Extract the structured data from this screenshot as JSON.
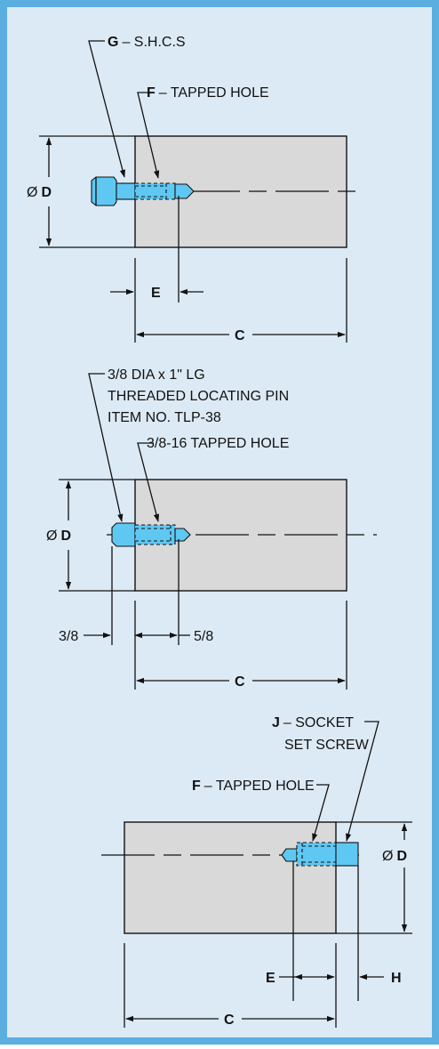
{
  "colors": {
    "background": "#dceaf5",
    "border": "#5aaee0",
    "block": "#d9d9d9",
    "part": "#5fc8f2"
  },
  "diagram1": {
    "g_letter": "G",
    "g_text": "– S.H.C.S",
    "f_letter": "F",
    "f_text": "– TAPPED HOLE",
    "dia_symbol": "Ø",
    "dia_letter": "D",
    "e_label": "E",
    "c_label": "C"
  },
  "diagram2": {
    "pin_line1": "3/8 DIA x 1\" LG",
    "pin_line2": "THREADED LOCATING PIN",
    "pin_line3": "ITEM NO. TLP-38",
    "hole_label": "3/8-16 TAPPED HOLE",
    "dia_symbol": "Ø",
    "dia_letter": "D",
    "left_dim": "3/8",
    "right_dim": "5/8",
    "c_label": "C"
  },
  "diagram3": {
    "j_letter": "J",
    "j_text_line1": "– SOCKET",
    "j_text_line2": "SET SCREW",
    "f_letter": "F",
    "f_text": "– TAPPED HOLE",
    "dia_symbol": "Ø",
    "dia_letter": "D",
    "e_label": "E",
    "h_label": "H",
    "c_label": "C"
  }
}
